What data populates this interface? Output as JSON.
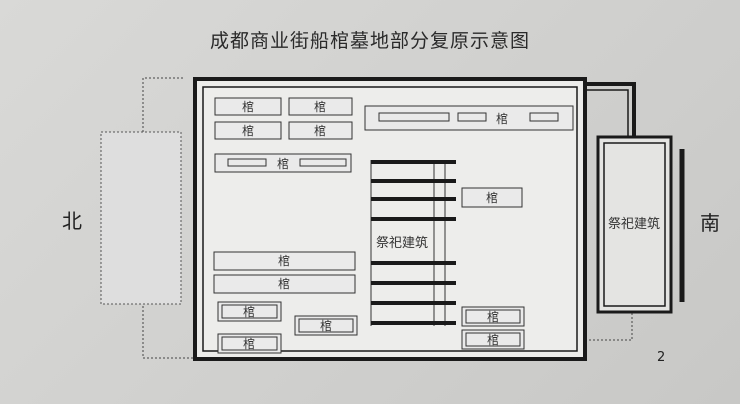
{
  "title": "成都商业街船棺墓地部分复原示意图",
  "directions": {
    "north": "北",
    "south": "南"
  },
  "page_number": "2",
  "coffin_label": "棺",
  "sacrificial_building_label": "祭祀建筑"
}
